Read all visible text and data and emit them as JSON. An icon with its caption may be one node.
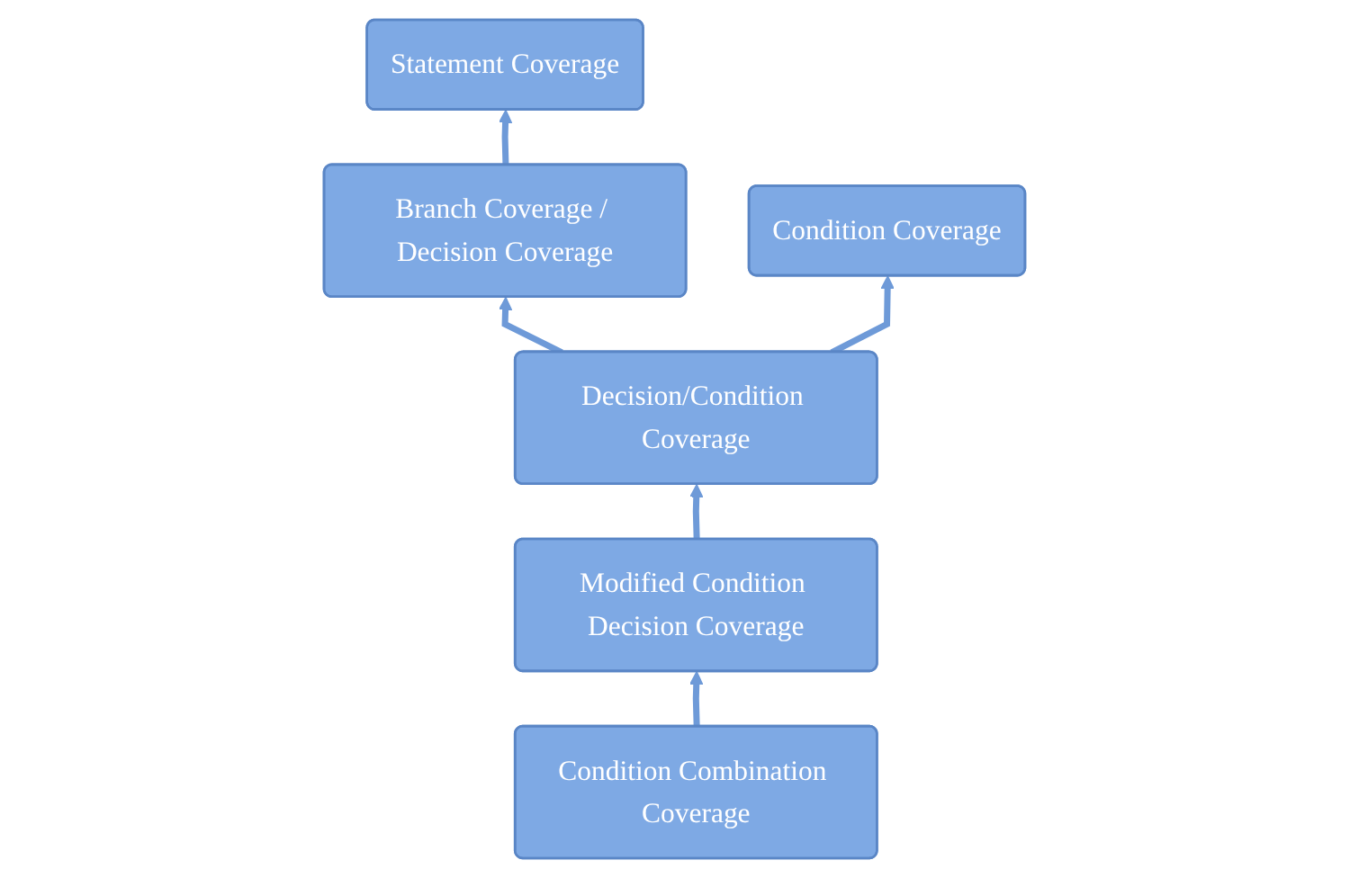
{
  "diagram": {
    "nodes": [
      {
        "text": [
          "Statement Coverage"
        ]
      },
      {
        "text": [
          "Branch Coverage / Decision Coverage"
        ]
      },
      {
        "text": [
          "Condition Coverage"
        ]
      },
      {
        "text": [
          "Decision/Condition Coverage"
        ]
      },
      {
        "text": [
          "Modified Condition Decision Coverage"
        ]
      },
      {
        "text": [
          "Condition Combination Coverage"
        ]
      }
    ],
    "edges": [
      {
        "from": 1,
        "to": 0,
        "arrow": "to"
      },
      {
        "from": 3,
        "to": 1,
        "arrow": "to"
      },
      {
        "from": 3,
        "to": 2,
        "arrow": "to"
      },
      {
        "from": 4,
        "to": 3,
        "arrow": "to"
      },
      {
        "from": 5,
        "to": 4,
        "arrow": "to"
      }
    ]
  }
}
